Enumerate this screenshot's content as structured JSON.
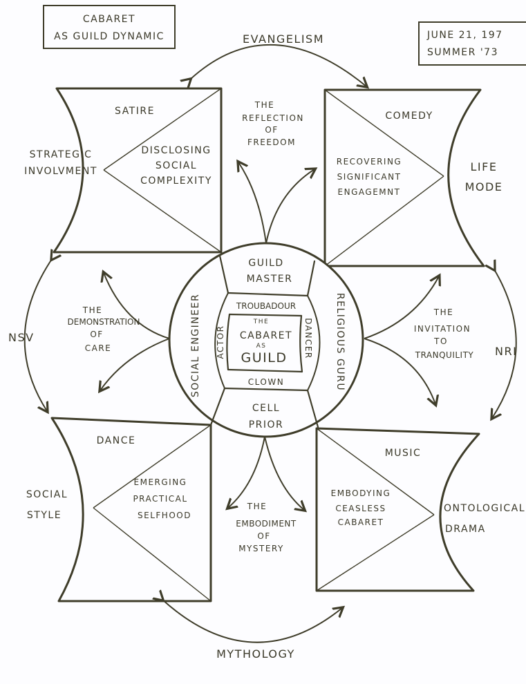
{
  "title_box": {
    "line1": "CABARET",
    "line2": "AS GUILD DYNAMIC"
  },
  "date_box": {
    "line1": "JUNE 21, 197",
    "line2": "SUMMER '73"
  },
  "outer_arcs": {
    "top": "EVANGELISM",
    "bottom": "MYTHOLOGY",
    "left": "NSV",
    "right": "NRI"
  },
  "panels": {
    "top_left": {
      "title": "SATIRE",
      "side": [
        "STRATEGIC",
        "INVOLVMENT"
      ],
      "inner": [
        "DISCLOSING",
        "SOCIAL",
        "COMPLEXITY"
      ]
    },
    "top_right": {
      "title": "COMEDY",
      "side": [
        "LIFE",
        "MODE"
      ],
      "inner": [
        "RECOVERING",
        "SIGNIFICANT",
        "ENGAGEMNT"
      ]
    },
    "bottom_left": {
      "title": "DANCE",
      "side": [
        "SOCIAL",
        "STYLE"
      ],
      "inner": [
        "EMERGING",
        "PRACTICAL",
        "SELFHOOD"
      ]
    },
    "bottom_right": {
      "title": "MUSIC",
      "side": [
        "ONTOLOGICAL",
        "DRAMA"
      ],
      "inner": [
        "EMBODYING",
        "CEASLESS",
        "CABARET"
      ]
    }
  },
  "connectors": {
    "top": [
      "THE",
      "REFLECTION",
      "OF",
      "FREEDOM"
    ],
    "left": [
      "THE",
      "DEMONSTRATION",
      "OF",
      "CARE"
    ],
    "right": [
      "THE",
      "INVITATION",
      "TO",
      "TRANQUILITY"
    ],
    "bottom": [
      "THE",
      "EMBODIMENT",
      "OF",
      "MYSTERY"
    ]
  },
  "circle": {
    "top": [
      "GUILD",
      "MASTER"
    ],
    "bottom": [
      "CELL",
      "PRIOR"
    ],
    "left": "SOCIAL ENGINEER",
    "right": "RELIGIOUS GURU",
    "inner_top": "TROUBADOUR",
    "inner_bottom": "CLOWN",
    "inner_left": "ACTOR",
    "inner_right": "DANCER",
    "center": [
      "THE",
      "CABARET",
      "AS",
      "GUILD"
    ]
  }
}
